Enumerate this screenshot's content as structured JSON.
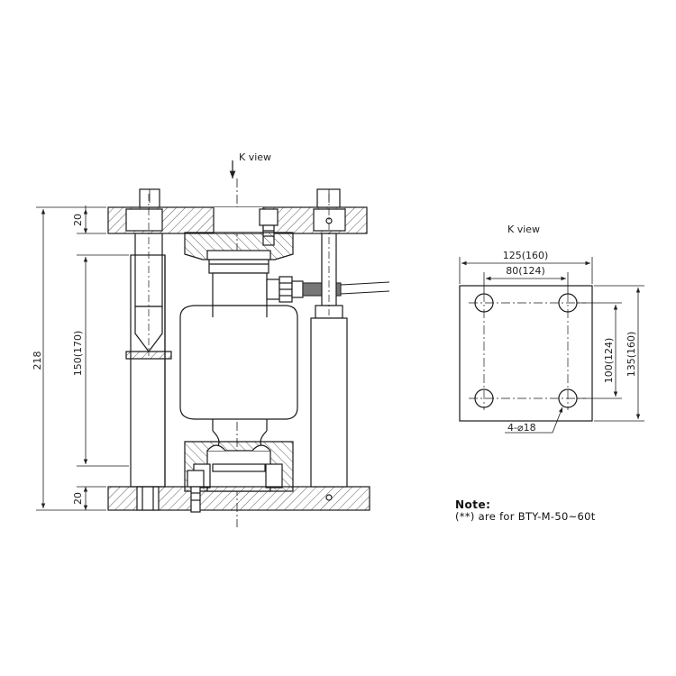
{
  "front_view": {
    "k_view_label": "K view",
    "dim_overall": "218",
    "dim_top_plate": "20",
    "dim_middle": "150(170)",
    "dim_bottom_plate": "20"
  },
  "k_view": {
    "title": "K view",
    "dim_width_outer": "125(160)",
    "dim_width_inner": "80(124)",
    "dim_height_inner": "100(124)",
    "dim_height_outer": "135(160)",
    "hole_label": "4-⌀18"
  },
  "note": {
    "title": "Note:",
    "text": "(**) are for BTY-M-50~60t"
  },
  "colors": {
    "line": "#1a1a1a",
    "cable": "#555555"
  }
}
